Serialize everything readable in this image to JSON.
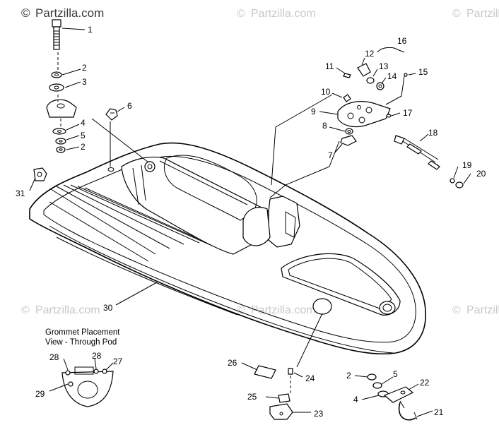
{
  "watermark": {
    "brand": "Partzilla.com",
    "symbol": "©"
  },
  "caption": {
    "line1": "Grommet Placement",
    "line2": "View - Through Pod"
  },
  "callouts": [
    "1",
    "2",
    "3",
    "4",
    "5",
    "2",
    "6",
    "11",
    "12",
    "13",
    "14",
    "15",
    "16",
    "10",
    "9",
    "17",
    "8",
    "7",
    "18",
    "19",
    "20",
    "31",
    "30",
    "28",
    "28",
    "27",
    "29",
    "26",
    "24",
    "25",
    "23",
    "2",
    "5",
    "4",
    "22",
    "21"
  ]
}
